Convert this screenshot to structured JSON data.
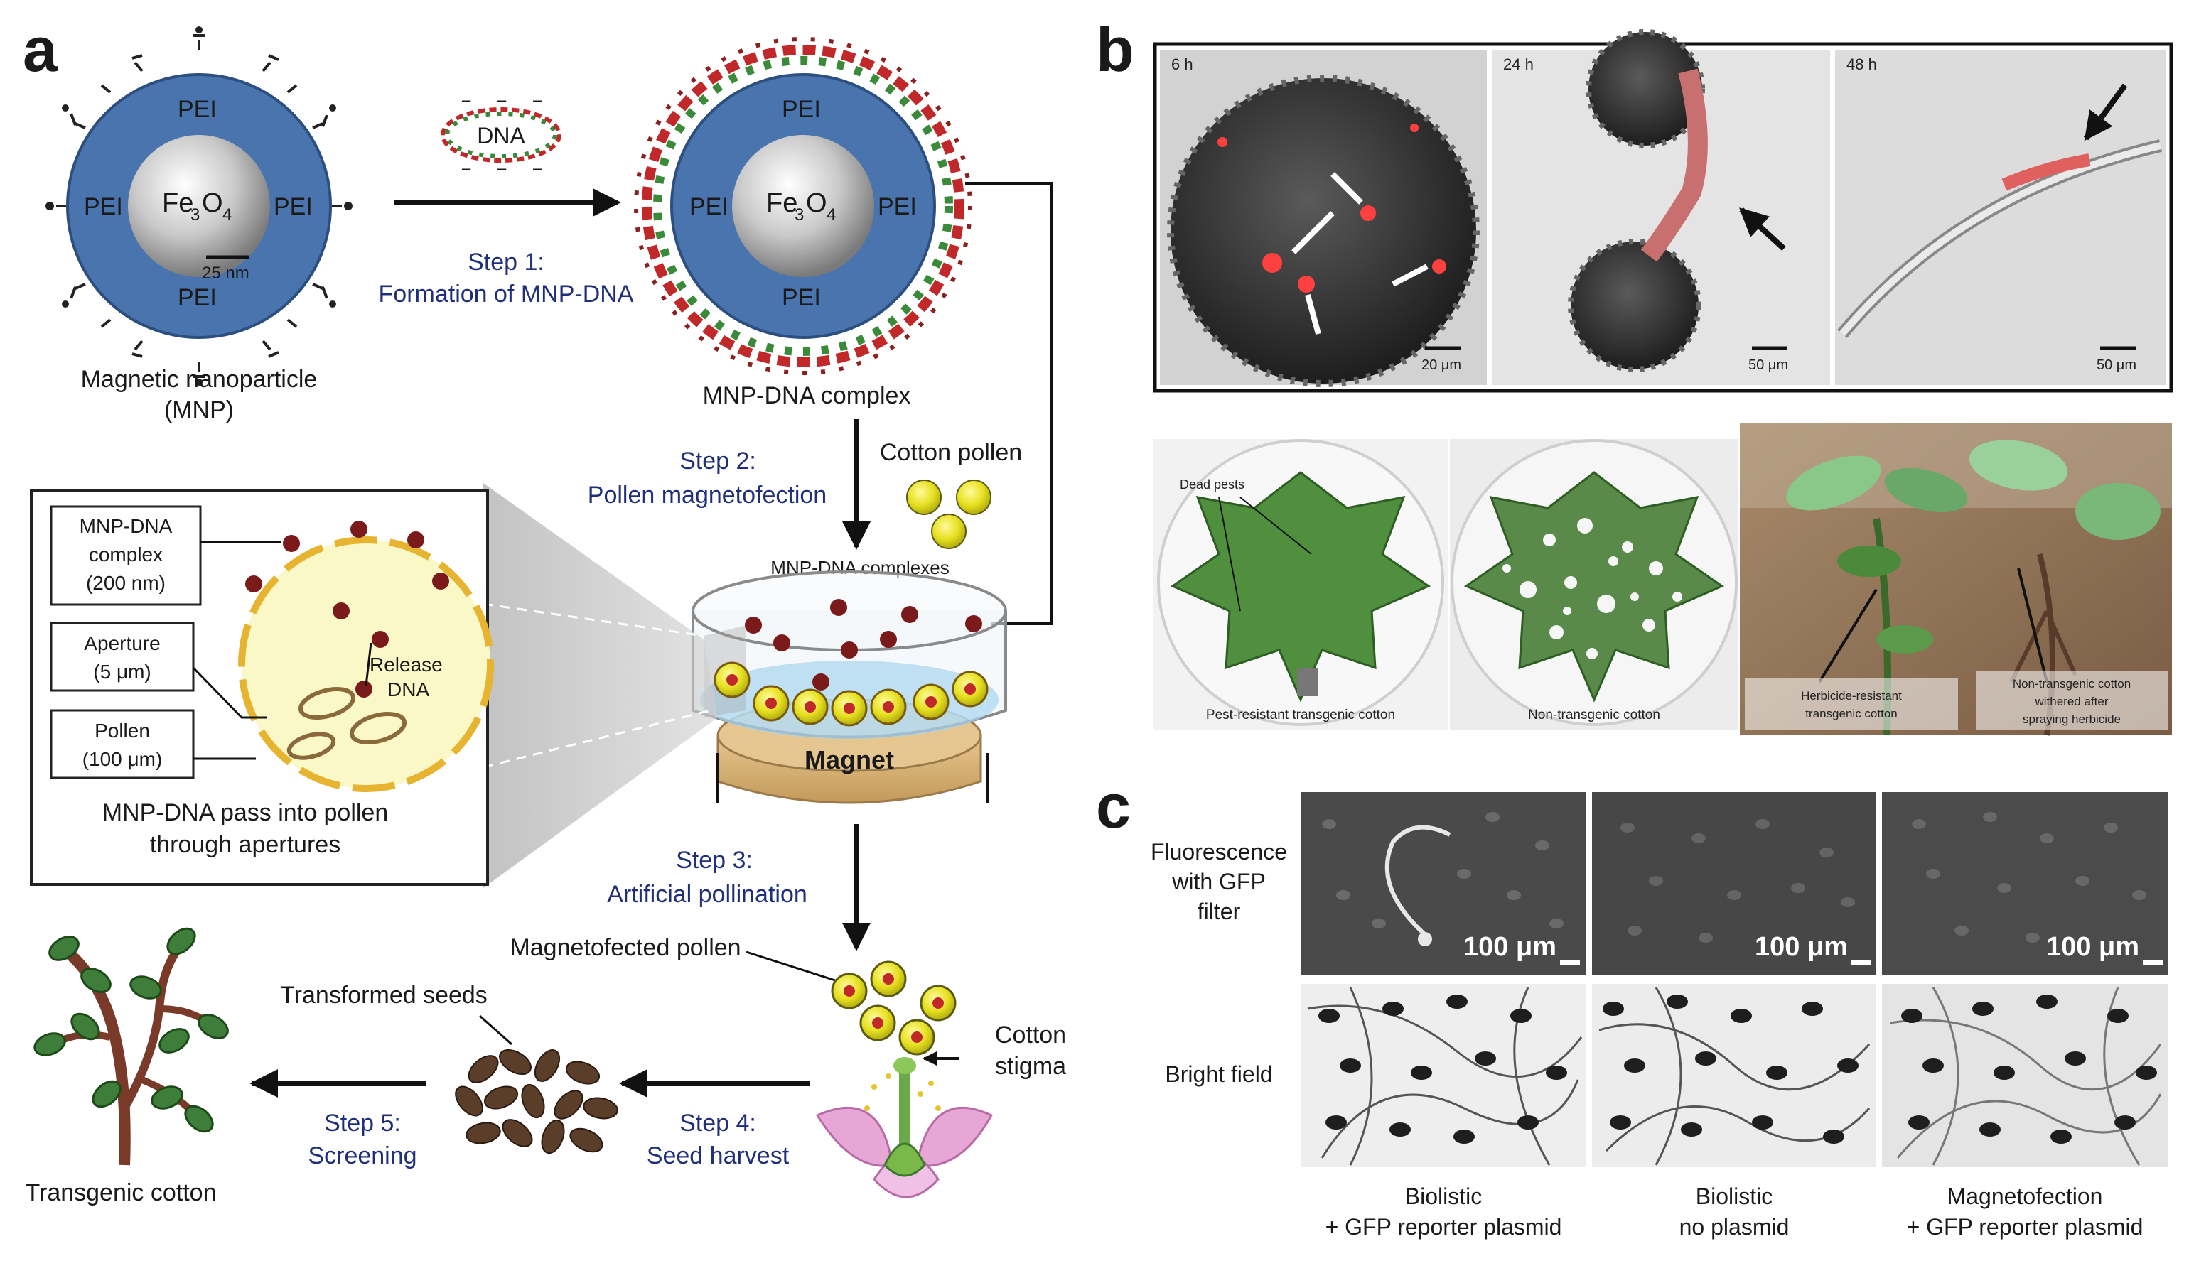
{
  "panels": {
    "a": "a",
    "b": "b",
    "c": "c"
  },
  "a": {
    "pei": "PEI",
    "core_main": "Fe",
    "core_sub3": "3",
    "core_o": "O",
    "core_sub4": "4",
    "scale": "25 nm",
    "dna": "DNA",
    "mnp_label_1": "Magnetic nanoparticle",
    "mnp_label_2": "(MNP)",
    "step1_title": "Step 1:",
    "step1_text": "Formation of MNP-DNA",
    "complex_label": "MNP-DNA complex",
    "step2_title": "Step 2:",
    "step2_text": "Pollen magnetofection",
    "cotton_pollen": "Cotton pollen",
    "complexes_label": "MNP-DNA complexes",
    "magnet": "Magnet",
    "callout_complex_1": "MNP-DNA",
    "callout_complex_2": "complex",
    "callout_complex_3": "(200 nm)",
    "callout_aperture_1": "Aperture",
    "callout_aperture_2": "(5 μm)",
    "callout_pollen_1": "Pollen",
    "callout_pollen_2": "(100 μm)",
    "release_1": "Release",
    "release_2": "DNA",
    "pass_1": "MNP-DNA pass into pollen",
    "pass_2": "through apertures",
    "step3_title": "Step 3:",
    "step3_text": "Artificial pollination",
    "magnetofected_pollen": "Magnetofected pollen",
    "cotton_stigma_1": "Cotton",
    "cotton_stigma_2": "stigma",
    "step4_title": "Step 4:",
    "step4_text": "Seed harvest",
    "transformed_seeds": "Transformed seeds",
    "step5_title": "Step 5:",
    "step5_text": "Screening",
    "transgenic_cotton": "Transgenic cotton"
  },
  "b": {
    "time_labels": [
      "6 h",
      "24 h",
      "48 h"
    ],
    "scale_labels": [
      "20 μm",
      "50 μm",
      "50 μm"
    ],
    "dead_pests": "Dead pests",
    "pest_resistant": "Pest-resistant transgenic cotton",
    "non_transgenic": "Non-transgenic cotton",
    "herbicide_resistant_1": "Herbicide-resistant",
    "herbicide_resistant_2": "transgenic cotton",
    "non_transgenic_withered_1": "Non-transgenic cotton",
    "non_transgenic_withered_2": "withered after",
    "non_transgenic_withered_3": "spraying herbicide"
  },
  "c": {
    "row1_1": "Fluorescence",
    "row1_2": "with GFP",
    "row1_3": "filter",
    "row2": "Bright field",
    "scale": "100 μm",
    "col1_1": "Biolistic",
    "col1_2": "+ GFP reporter plasmid",
    "col2_1": "Biolistic",
    "col2_2": "no plasmid",
    "col3_1": "Magnetofection",
    "col3_2": "+ GFP reporter plasmid"
  },
  "colors": {
    "pei_blue": "#4a74ad",
    "step_text": "#1f2f7a",
    "dna_red": "#c0282a",
    "dna_green": "#3a8a3a",
    "pollen_yellow": "#e6e020",
    "magnet_tan": "#d9b57d",
    "leaf_green": "#3f7d3a"
  },
  "icons": [
    "magnetic-nanoparticle",
    "dna-plasmid",
    "mnp-dna-complex",
    "petri-dish-magnet",
    "pollen-grain",
    "cotton-flower",
    "seeds",
    "cotton-plant"
  ]
}
